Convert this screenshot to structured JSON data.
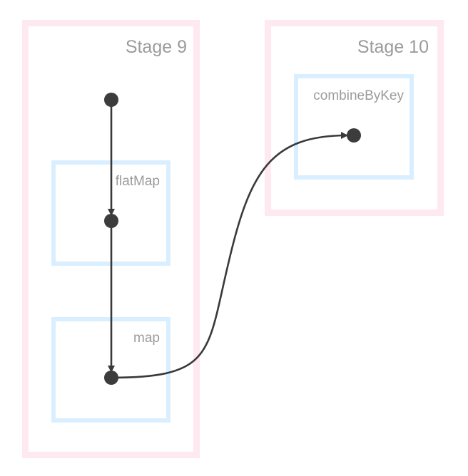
{
  "diagram": {
    "stages": [
      {
        "id": "stage-9",
        "label": "Stage 9"
      },
      {
        "id": "stage-10",
        "label": "Stage 10"
      }
    ],
    "operations": [
      {
        "id": "flatmap",
        "label": "flatMap",
        "stage": "stage-9"
      },
      {
        "id": "map",
        "label": "map",
        "stage": "stage-9"
      },
      {
        "id": "combinebykey",
        "label": "combineByKey",
        "stage": "stage-10"
      }
    ],
    "nodes": [
      {
        "id": "n-source",
        "stage": "stage-9"
      },
      {
        "id": "n-flatmap",
        "operation": "flatmap"
      },
      {
        "id": "n-map",
        "operation": "map"
      },
      {
        "id": "n-combine",
        "operation": "combinebykey"
      }
    ],
    "edges": [
      {
        "from": "n-source",
        "to": "n-flatmap"
      },
      {
        "from": "n-flatmap",
        "to": "n-map"
      },
      {
        "from": "n-map",
        "to": "n-combine"
      }
    ],
    "colors": {
      "stage_border": "#ffe9f1",
      "operation_border": "#d9efff",
      "label_text": "#9b9b9b",
      "edge": "#3a3a3a",
      "node": "#3c3c3c"
    }
  }
}
